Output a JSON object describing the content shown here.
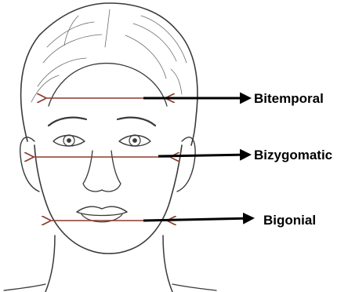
{
  "labels": {
    "bitemporal": "Bitemporal",
    "bizygomatic": "Bizygomatic",
    "bigonial": "Bigonial"
  },
  "colors": {
    "measurement_line": "#8b3a2e",
    "pointer_arrow": "#000000",
    "sketch": "#3a3a3a",
    "background": "#ffffff"
  }
}
